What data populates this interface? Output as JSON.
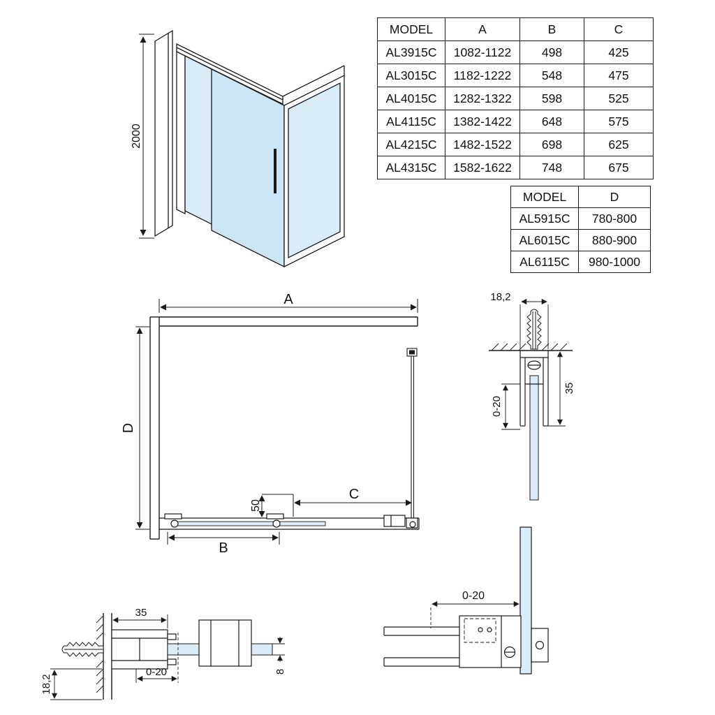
{
  "colors": {
    "glass": "#d9ecf8",
    "line": "#1a1a1a"
  },
  "table_main": {
    "headers": {
      "model": "MODEL",
      "a": "A",
      "b": "B",
      "c": "C"
    },
    "rows": [
      {
        "model": "AL3915C",
        "a": "1082-1122",
        "b": "498",
        "c": "425"
      },
      {
        "model": "AL3015C",
        "a": "1182-1222",
        "b": "548",
        "c": "475"
      },
      {
        "model": "AL4015C",
        "a": "1282-1322",
        "b": "598",
        "c": "525"
      },
      {
        "model": "AL4115C",
        "a": "1382-1422",
        "b": "648",
        "c": "575"
      },
      {
        "model": "AL4215C",
        "a": "1482-1522",
        "b": "698",
        "c": "625"
      },
      {
        "model": "AL4315C",
        "a": "1582-1622",
        "b": "748",
        "c": "675"
      }
    ]
  },
  "table_d": {
    "headers": {
      "model": "MODEL",
      "d": "D"
    },
    "rows": [
      {
        "model": "AL5915C",
        "d": "780-800"
      },
      {
        "model": "AL6015C",
        "d": "880-900"
      },
      {
        "model": "AL6115C",
        "d": "980-1000"
      }
    ]
  },
  "iso_view": {
    "height_label": "2000"
  },
  "plan_view": {
    "dim_a": "A",
    "dim_d": "D",
    "dim_b": "B",
    "dim_c": "C",
    "dim_overlap": "50"
  },
  "detail_wall_top": {
    "dim_width": "18,2",
    "dim_adjust": "0-20",
    "dim_depth": "35"
  },
  "detail_wall_side": {
    "dim_depth": "35",
    "dim_adjust": "0-20",
    "dim_width": "18,2",
    "dim_glass": "8"
  },
  "detail_corner": {
    "dim_adjust": "0-20"
  }
}
